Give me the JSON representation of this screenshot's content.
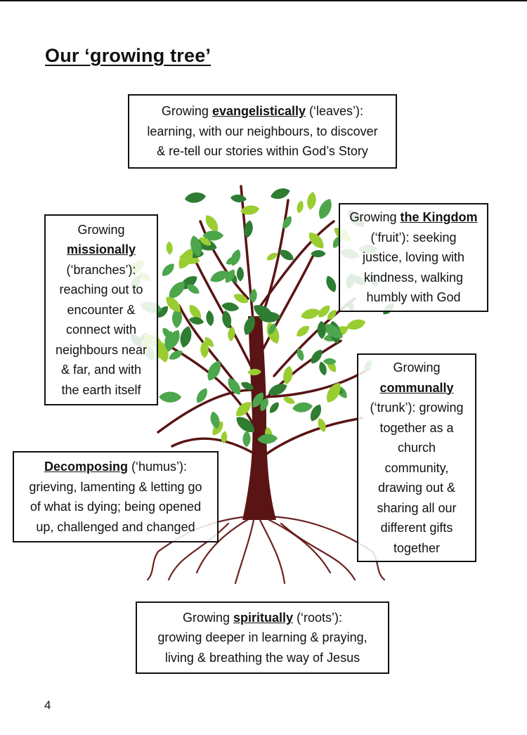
{
  "page": {
    "title": "Our ‘growing tree’",
    "page_number": "4"
  },
  "boxes": {
    "evangelistic": {
      "pre": "Growing ",
      "key": "evangelistically",
      "post": " (‘leaves’):",
      "line2": "learning, with our neighbours, to discover",
      "line3": "& re-tell our stories within God’s Story"
    },
    "missional": {
      "line1": "Growing",
      "key": "missionally",
      "line3": "(‘branches’):",
      "line4": "reaching out to",
      "line5": "encounter &",
      "line6": "connect with",
      "line7": "neighbours near",
      "line8": "& far, and with",
      "line9": "the earth itself"
    },
    "kingdom": {
      "pre": "Growing ",
      "key": "the Kingdom",
      "line2": "(‘fruit’): seeking",
      "line3": "justice, loving with",
      "line4": "kindness, walking",
      "line5": "humbly with God"
    },
    "communal": {
      "line1": "Growing",
      "key": "communally",
      "line3": "(‘trunk’): growing",
      "line4": "together as a",
      "line5": "church",
      "line6": "community,",
      "line7": "drawing out &",
      "line8": "sharing all our",
      "line9": "different gifts",
      "line10": "together"
    },
    "decomposing": {
      "key": "Decomposing",
      "post": " (‘humus’):",
      "line2": "grieving, lamenting & letting go",
      "line3": "of what is dying; being opened",
      "line4": "up, challenged and changed"
    },
    "spiritual": {
      "pre": "Growing ",
      "key": "spiritually",
      "post": " (‘roots’):",
      "line2": "growing deeper in learning & praying,",
      "line3": "living & breathing the way of Jesus"
    }
  },
  "colors": {
    "trunk": "#5a1414",
    "roots": "#6b2222",
    "leaf_dark": "#2f7d32",
    "leaf_mid": "#4ca64c",
    "leaf_light": "#9acd32"
  }
}
